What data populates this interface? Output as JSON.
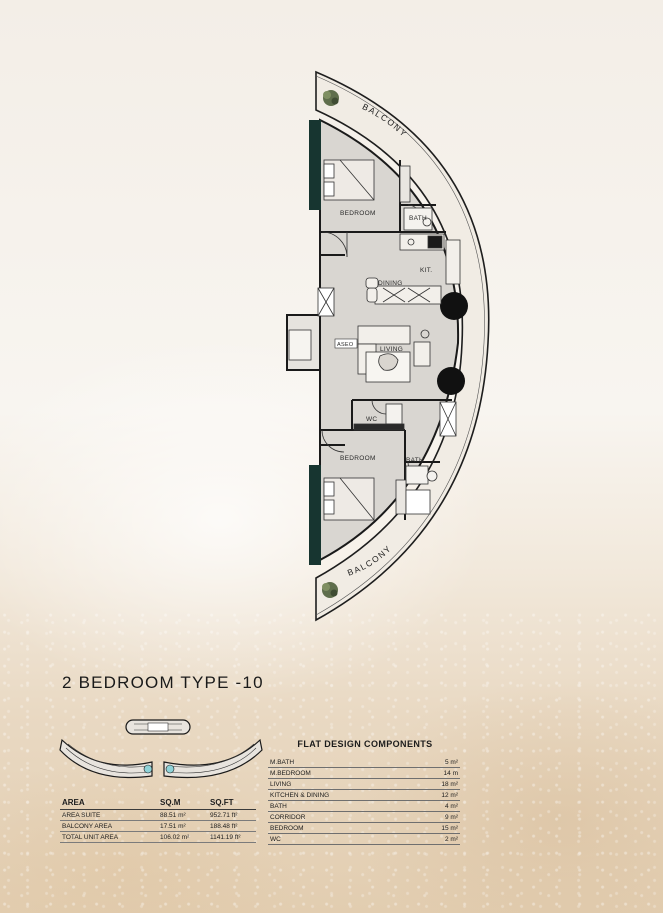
{
  "floorplan": {
    "balcony_top": "BALCONY",
    "balcony_bottom": "BALCONY",
    "rooms": {
      "bedroom_upper": "BEDROOM",
      "bath_upper": "BATH",
      "kitchen": "KIT.",
      "dining": "DINING",
      "aseo": "ASEO",
      "living": "LIVING",
      "wc": "WC",
      "bedroom_lower": "BEDROOM",
      "bath_lower": "BATH"
    }
  },
  "unit_title": "2 BEDROOM TYPE -10",
  "area_table": {
    "headers": [
      "AREA",
      "SQ.M",
      "SQ.FT"
    ],
    "rows": [
      [
        "AREA SUITE",
        "88.51 m²",
        "952.71 ft²"
      ],
      [
        "BALCONY AREA",
        "17.51 m²",
        "188.48 ft²"
      ],
      [
        "TOTAL UNIT AREA",
        "106.02 m²",
        "1141.19 ft²"
      ]
    ]
  },
  "components": {
    "title": "FLAT DESIGN COMPONENTS",
    "rows": [
      [
        "M.BATH",
        "5 m²"
      ],
      [
        "M.BEDROOM",
        "14 m"
      ],
      [
        "LIVING",
        "18 m²"
      ],
      [
        "KITCHEN & DINING",
        "12 m²"
      ],
      [
        "BATH",
        "4 m²"
      ],
      [
        "CORRIDOR",
        "9 m²"
      ],
      [
        "BEDROOM",
        "15 m²"
      ],
      [
        "WC",
        "2 m²"
      ]
    ]
  },
  "colors": {
    "accent": "#173530",
    "wall": "#1a1a1a",
    "floor": "#d9d6d1",
    "balcony": "#f1ece4"
  }
}
